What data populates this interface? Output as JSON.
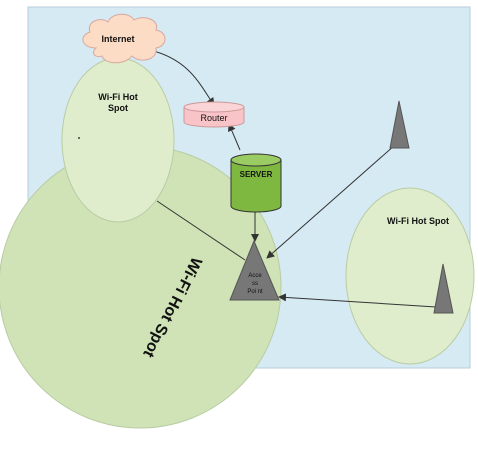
{
  "internet": {
    "label": "Internet"
  },
  "router": {
    "label": "Router"
  },
  "server": {
    "label": "SERVER"
  },
  "access_point": {
    "label_lines": [
      "Acce",
      "ss",
      "Poi nt"
    ]
  },
  "hotspots": {
    "top_left": {
      "label_lines": [
        "Wi-Fi Hot",
        "Spot"
      ]
    },
    "large": {
      "label": "Wi-Fi Hot Spot"
    },
    "right": {
      "label": "Wi-Fi Hot Spot"
    }
  },
  "colors": {
    "background_panel": "#d5eaf3",
    "hotspot_fill": "#dfedcc",
    "hotspot_stroke": "#b9cca4",
    "large_hotspot_fill": "#cfe3b6",
    "cloud_fill": "#fcdcc5",
    "router_fill": "#f9c4c8",
    "server_fill": "#7fb841",
    "tower_fill": "#777777"
  }
}
